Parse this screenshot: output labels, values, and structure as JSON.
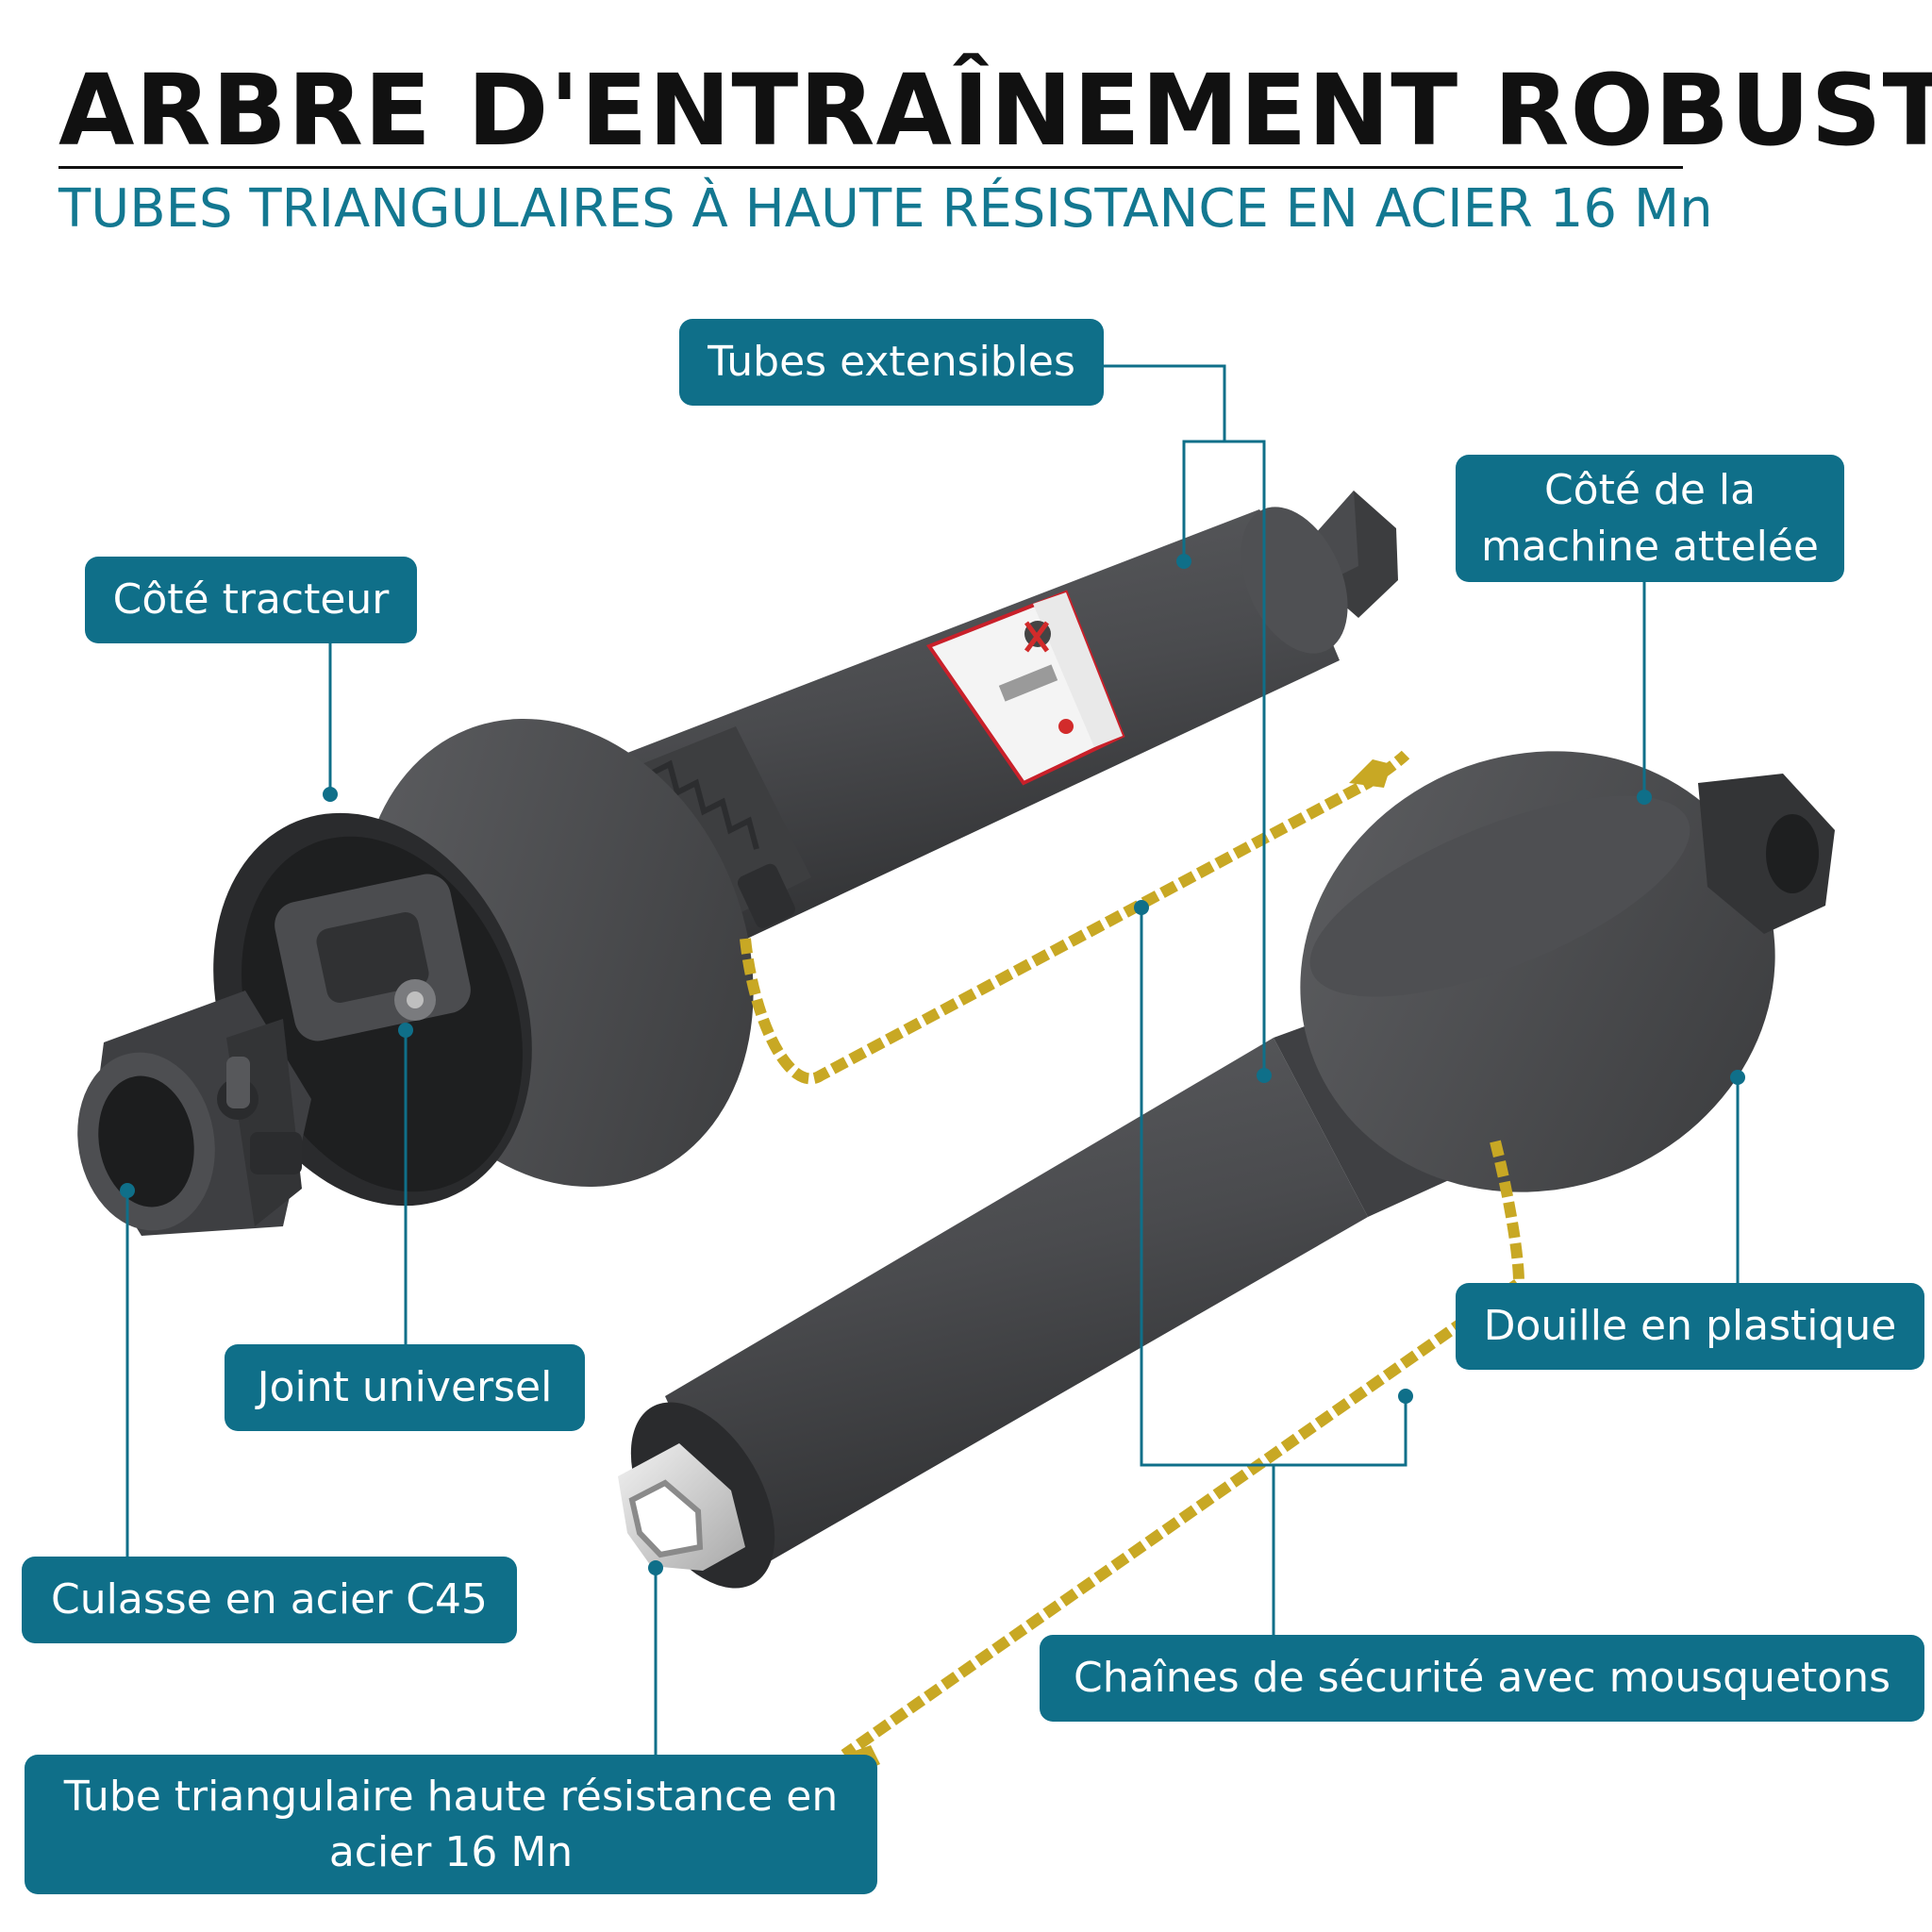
{
  "header": {
    "title": "ARBRE D'ENTRAÎNEMENT ROBUSTE",
    "subtitle": "TUBES TRIANGULAIRES À HAUTE RÉSISTANCE EN ACIER 16 Mn"
  },
  "labels": {
    "tubes_extensibles": "Tubes extensibles",
    "cote_tracteur": "Côté tracteur",
    "cote_machine_line1": "Côté de la",
    "cote_machine_line2": "machine attelée",
    "joint_universel": "Joint universel",
    "douille": "Douille en plastique",
    "culasse": "Culasse en acier C45",
    "chaines": "Chaînes de sécurité avec mousquetons",
    "tube_line1": "Tube triangulaire haute résistance en",
    "tube_line2": "acier 16 Mn"
  },
  "colors": {
    "accent": "#0f6f89",
    "subtitle": "#137891",
    "shaft": "#4a4b4d",
    "chain": "#c8a824"
  }
}
